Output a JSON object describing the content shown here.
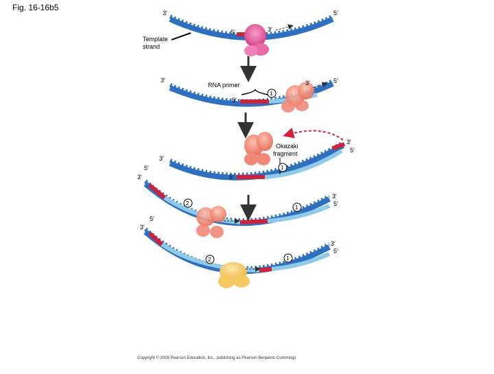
{
  "figure_label": "Fig. 16-16b5",
  "copyright": "Copyright © 2008 Pearson Education, Inc., publishing as Pearson Benjamin Cummings",
  "labels": {
    "prime3": "3′",
    "prime5": "5′",
    "template_strand_line1": "Template",
    "template_strand_line2": "strand",
    "rna_primer": "RNA primer",
    "okazaki_line1": "Okazaki",
    "okazaki_line2": "fragment",
    "step1": "1",
    "step2": "2"
  },
  "colors": {
    "template_strand": "#2f6fc0",
    "new_dna": "#8ecbe8",
    "rna_primer": "#d0203a",
    "primase": "#e0508a",
    "polymerase_iii": "#f08070",
    "polymerase_i": "#f5c050",
    "arrow": "#333333",
    "dashed_arrow": "#d0203a"
  }
}
